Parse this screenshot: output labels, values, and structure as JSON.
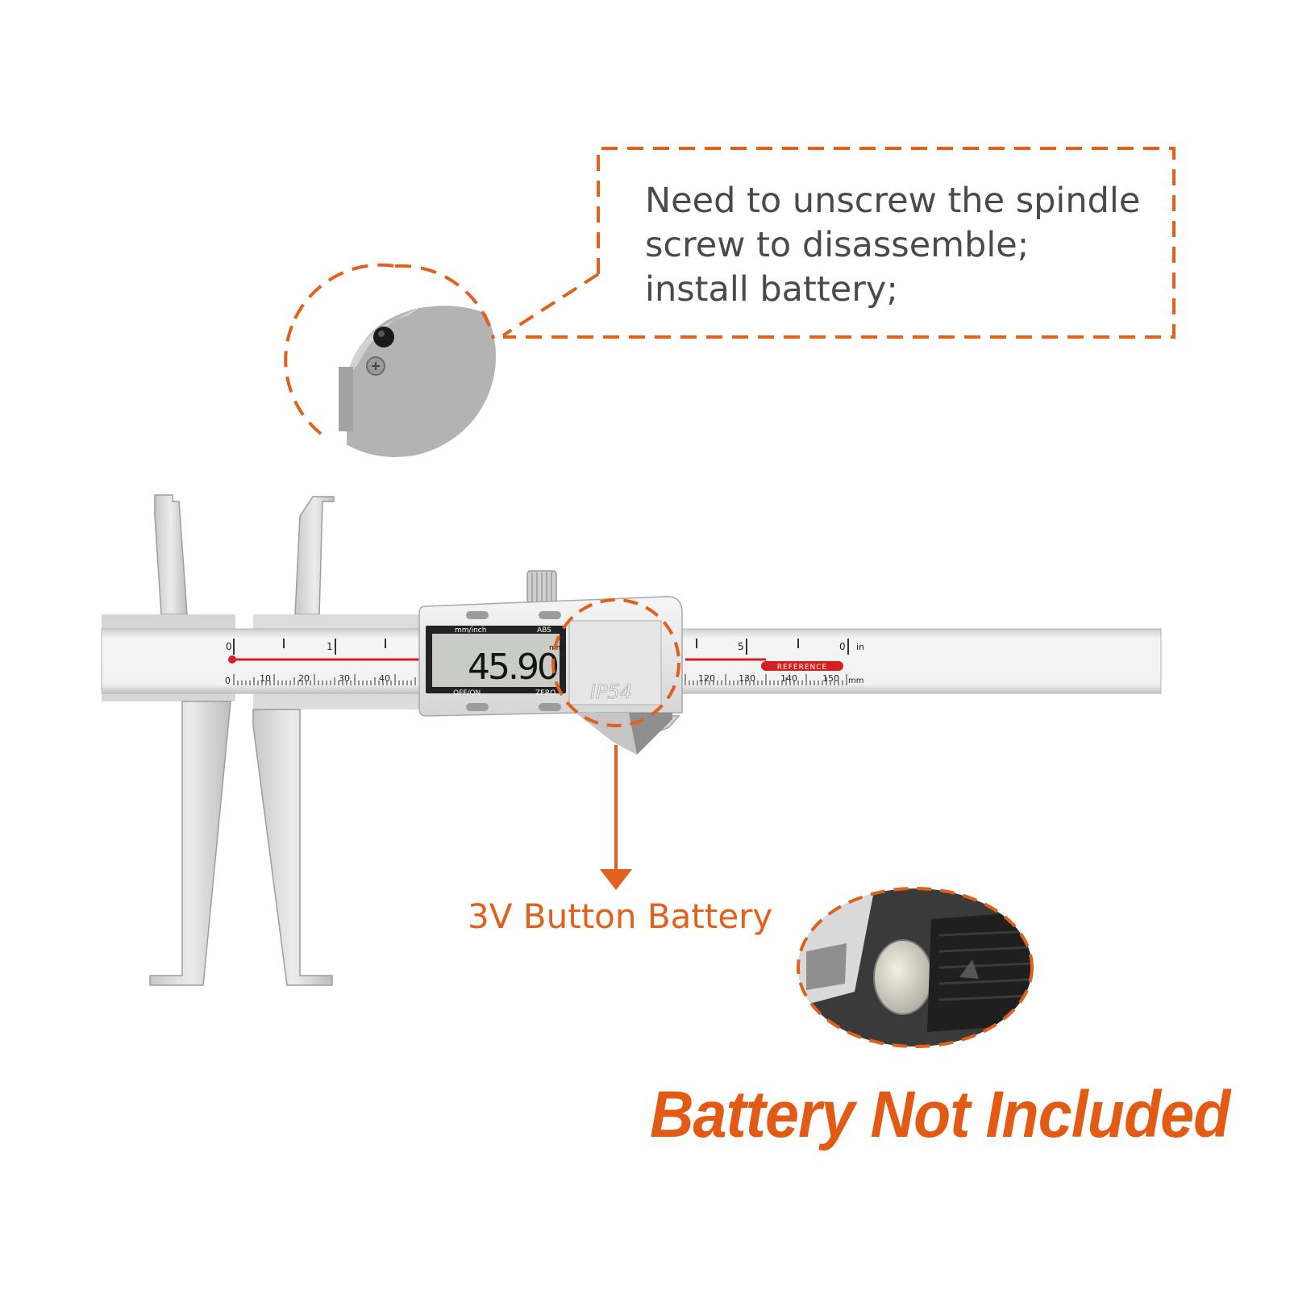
{
  "callout": {
    "lines": [
      "Need to unscrew the spindle",
      "screw to disassemble;",
      "install battery;"
    ]
  },
  "caliper": {
    "display_reading": "45.90",
    "display_unit": "mm",
    "unit_button_label": "mm/inch",
    "abs_button_label": "ABS",
    "power_button_label": "OFF/ON",
    "zero_button_label": "ZERO",
    "rating_label": "IP54",
    "reference_label": "REFERENCE",
    "inch_scale_labels": [
      "0",
      "1",
      "5",
      "0"
    ],
    "inch_unit": "in",
    "mm_scale_labels": [
      "0",
      "10",
      "20",
      "30",
      "40",
      "120",
      "130",
      "140",
      "150"
    ],
    "mm_unit": "mm"
  },
  "battery_label": "3V Button Battery",
  "notice": "Battery Not Included",
  "colors": {
    "accent_orange": "#e0601c",
    "steel": "#d9d9d9",
    "text_gray": "#4a4a4a"
  }
}
